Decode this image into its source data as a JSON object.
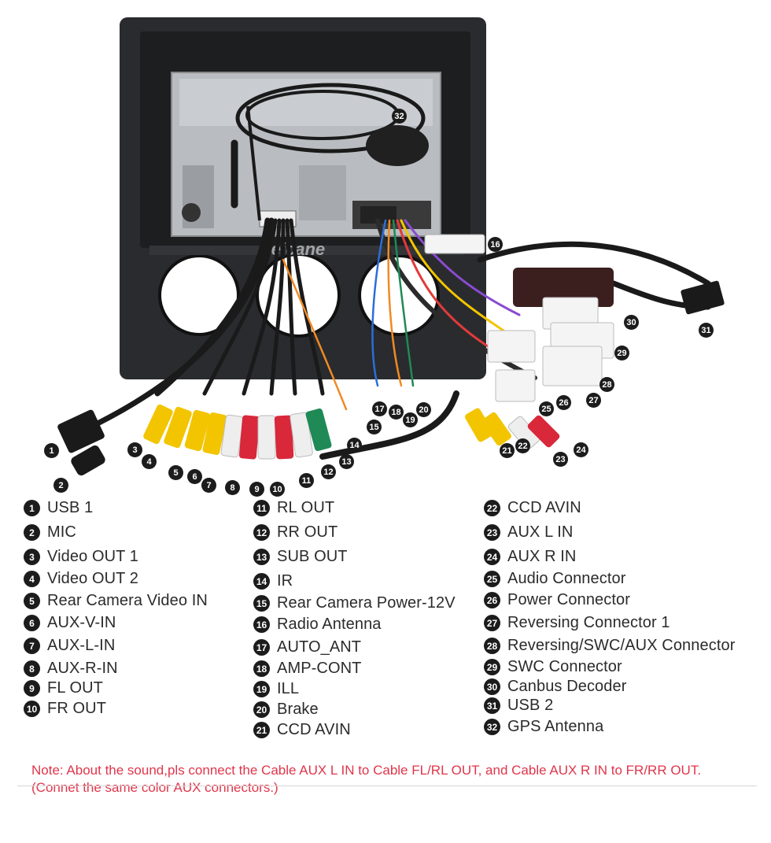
{
  "watermark": "Seicane",
  "callouts": [
    {
      "n": "1"
    },
    {
      "n": "2"
    },
    {
      "n": "3"
    },
    {
      "n": "4"
    },
    {
      "n": "5"
    },
    {
      "n": "6"
    },
    {
      "n": "7"
    },
    {
      "n": "8"
    },
    {
      "n": "9"
    },
    {
      "n": "10"
    },
    {
      "n": "11"
    },
    {
      "n": "12"
    },
    {
      "n": "13"
    },
    {
      "n": "14"
    },
    {
      "n": "15"
    },
    {
      "n": "16"
    },
    {
      "n": "17"
    },
    {
      "n": "18"
    },
    {
      "n": "19"
    },
    {
      "n": "20"
    },
    {
      "n": "21"
    },
    {
      "n": "22"
    },
    {
      "n": "23"
    },
    {
      "n": "24"
    },
    {
      "n": "25"
    },
    {
      "n": "26"
    },
    {
      "n": "27"
    },
    {
      "n": "28"
    },
    {
      "n": "29"
    },
    {
      "n": "30"
    },
    {
      "n": "31"
    },
    {
      "n": "32"
    }
  ],
  "legend": {
    "col1": [
      {
        "n": "1",
        "label": "USB 1"
      },
      {
        "n": "2",
        "label": "MIC"
      },
      {
        "n": "3",
        "label": "Video OUT 1"
      },
      {
        "n": "4",
        "label": "Video OUT 2"
      },
      {
        "n": "5",
        "label": "Rear Camera Video IN"
      },
      {
        "n": "6",
        "label": "AUX-V-IN"
      },
      {
        "n": "7",
        "label": "AUX-L-IN"
      },
      {
        "n": "8",
        "label": "AUX-R-IN"
      },
      {
        "n": "9",
        "label": "FL OUT"
      },
      {
        "n": "10",
        "label": "FR OUT"
      }
    ],
    "col2": [
      {
        "n": "11",
        "label": "RL OUT"
      },
      {
        "n": "12",
        "label": "RR OUT"
      },
      {
        "n": "13",
        "label": "SUB OUT"
      },
      {
        "n": "14",
        "label": "IR"
      },
      {
        "n": "15",
        "label": "Rear Camera Power-12V"
      },
      {
        "n": "16",
        "label": "Radio Antenna"
      },
      {
        "n": "17",
        "label": "AUTO_ANT"
      },
      {
        "n": "18",
        "label": "AMP-CONT"
      },
      {
        "n": "19",
        "label": "ILL"
      },
      {
        "n": "20",
        "label": "Brake"
      },
      {
        "n": "21",
        "label": "CCD AVIN"
      }
    ],
    "col3": [
      {
        "n": "22",
        "label": "CCD AVIN"
      },
      {
        "n": "23",
        "label": "AUX L IN"
      },
      {
        "n": "24",
        "label": "AUX R IN"
      },
      {
        "n": "25",
        "label": "Audio Connector"
      },
      {
        "n": "26",
        "label": "Power Connector"
      },
      {
        "n": "27",
        "label": "Reversing Connector 1"
      },
      {
        "n": "28",
        "label": "Reversing/SWC/AUX Connector"
      },
      {
        "n": "29",
        "label": "SWC Connector"
      },
      {
        "n": "30",
        "label": "Canbus Decoder"
      },
      {
        "n": "31",
        "label": "USB 2"
      },
      {
        "n": "32",
        "label": "GPS Antenna"
      }
    ]
  },
  "note": "Note: About the sound,pls connect the Cable AUX L IN to Cable FL/RL OUT, and Cable AUX R IN to FR/RR OUT.(Connet the same color AUX connectors.)",
  "colors": {
    "note": "#e0354b",
    "rca_yellow": "#f2c500",
    "rca_white": "#eeeeee",
    "rca_red": "#d8283a",
    "rca_green": "#1f8a55",
    "panel": "#2a2b2e"
  }
}
